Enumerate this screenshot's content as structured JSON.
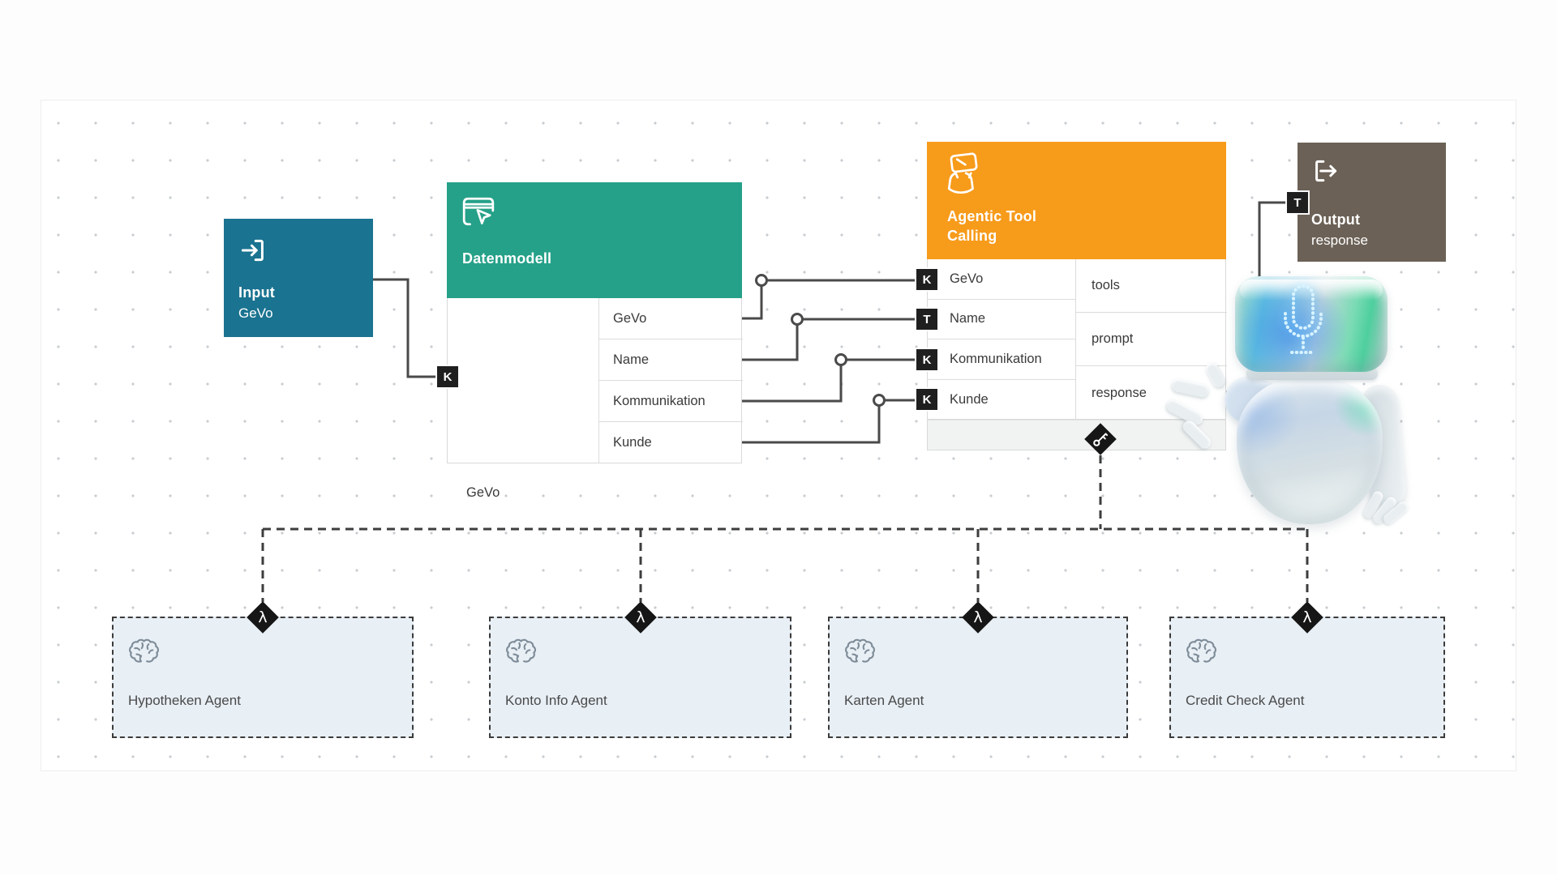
{
  "canvas": {
    "grid": "dotted"
  },
  "colors": {
    "page_bg": "#F5F6F7",
    "canvas_bg": "#FFFFFF",
    "input_node": "#1A7390",
    "datenmodell_node": "#26A189",
    "agentic_node": "#F79B1B",
    "output_node": "#6B6156",
    "agent_fill": "#E8EFF5",
    "connector": "#4A4A4A",
    "port_bg": "#1F1F1F"
  },
  "glyphs": {
    "lambda": "λ"
  },
  "nodes": {
    "input": {
      "title": "Input",
      "subtitle": "GeVo"
    },
    "datenmodell": {
      "title": "Datenmodell",
      "port": {
        "type": "K",
        "label": "GeVo"
      },
      "fields": [
        "GeVo",
        "Name",
        "Kommunikation",
        "Kunde"
      ]
    },
    "agentic": {
      "title_lines": [
        "Agentic Tool",
        "Calling"
      ],
      "inputs": [
        {
          "type": "K",
          "label": "GeVo"
        },
        {
          "type": "T",
          "label": "Name"
        },
        {
          "type": "K",
          "label": "Kommunikation"
        },
        {
          "type": "K",
          "label": "Kunde"
        }
      ],
      "outputs": [
        "tools",
        "prompt",
        "response"
      ]
    },
    "output": {
      "title": "Output",
      "subtitle": "response",
      "port_type": "T"
    }
  },
  "agents": [
    {
      "label": "Hypotheken Agent"
    },
    {
      "label": "Konto Info Agent"
    },
    {
      "label": "Karten Agent"
    },
    {
      "label": "Credit Check Agent"
    }
  ]
}
